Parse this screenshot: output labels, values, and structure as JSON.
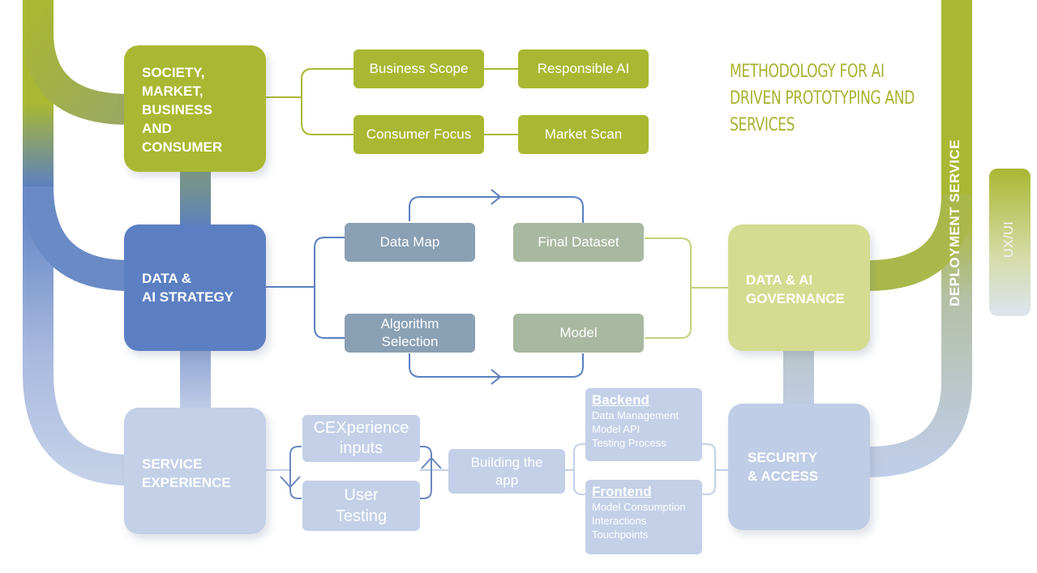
{
  "title": {
    "lines": [
      "METHODOLOGY FOR AI",
      "DRIVEN PROTOTYPING AND",
      "SERVICES"
    ]
  },
  "vertical_labels": {
    "deployment": "DEPLOYMENT SERVICE",
    "uxui": "UX/UI"
  },
  "stages": {
    "society": {
      "lines": [
        "SOCIETY,",
        "MARKET,",
        "BUSINESS",
        "AND",
        "CONSUMER"
      ],
      "color": "#a9b832"
    },
    "strategy": {
      "lines": [
        "DATA &",
        "AI STRATEGY"
      ],
      "color": "#5b7fc2"
    },
    "service": {
      "lines": [
        "SERVICE",
        "EXPERIENCE"
      ],
      "color": "#c3d0e8"
    },
    "governance": {
      "lines": [
        "DATA & AI",
        "GOVERNANCE"
      ],
      "color": "#d4dc92"
    },
    "security": {
      "lines": [
        "SECURITY",
        "& ACCESS"
      ],
      "color": "#c0cde6"
    }
  },
  "society_items": {
    "business_scope": "Business Scope",
    "responsible_ai": "Responsible AI",
    "consumer_focus": "Consumer Focus",
    "market_scan": "Market Scan"
  },
  "strategy_items": {
    "data_map": "Data Map",
    "algorithm_selection": [
      "Algorithm",
      "Selection"
    ],
    "final_dataset": "Final Dataset",
    "model": "Model"
  },
  "service_items": {
    "cexperience": [
      "CEXperience",
      "inputs"
    ],
    "user_testing": [
      "User",
      "Testing"
    ],
    "building": [
      "Building the",
      "app"
    ]
  },
  "backend": {
    "heading": "Backend",
    "items": [
      "Data Management",
      "Model API",
      "Testing Process"
    ]
  },
  "frontend": {
    "heading": "Frontend",
    "items": [
      "Model Consumption",
      "Interactions",
      "Touchpoints"
    ]
  },
  "colors": {
    "olive": "#a9b832",
    "blue": "#5b7fc2",
    "light_blue": "#c3d0e8",
    "slate": "#8aa0b4",
    "sage": "#a9b8a0",
    "pale_olive": "#d4dc92"
  }
}
